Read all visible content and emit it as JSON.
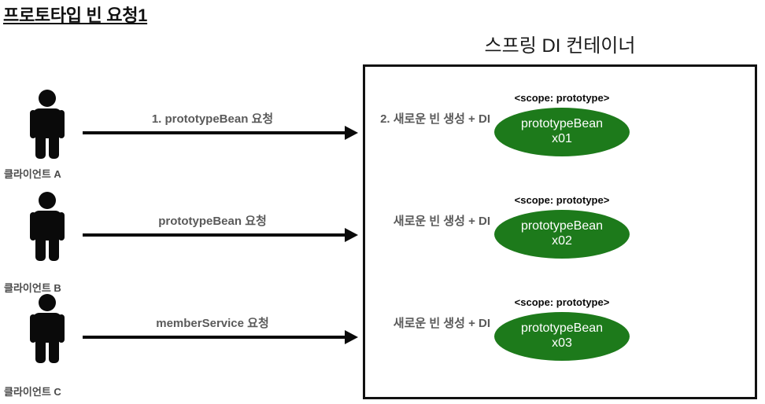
{
  "page": {
    "title": "프로토타입 빈 요청1",
    "background_color": "#ffffff"
  },
  "container": {
    "title": "스프링 DI 컨테이너",
    "border_color": "#111111"
  },
  "colors": {
    "bean_green": "#1d7a1b",
    "label_gray": "#5a5a5a",
    "ink_black": "#0a0a0a"
  },
  "rows": [
    {
      "client_label": "클라이언트 A",
      "arrow_label": "1. prototypeBean 요청",
      "di_note": "2. 새로운 빈 생성 + DI",
      "scope_tag": "<scope: prototype>",
      "bean_line1": "prototypeBean",
      "bean_line2": "x01"
    },
    {
      "client_label": "클라이언트 B",
      "arrow_label": "prototypeBean 요청",
      "di_note": "새로운 빈 생성 + DI",
      "scope_tag": "<scope: prototype>",
      "bean_line1": "prototypeBean",
      "bean_line2": "x02"
    },
    {
      "client_label": "클라이언트 C",
      "arrow_label": "memberService 요청",
      "di_note": "새로운 빈 생성 + DI",
      "scope_tag": "<scope: prototype>",
      "bean_line1": "prototypeBean",
      "bean_line2": "x03"
    }
  ]
}
